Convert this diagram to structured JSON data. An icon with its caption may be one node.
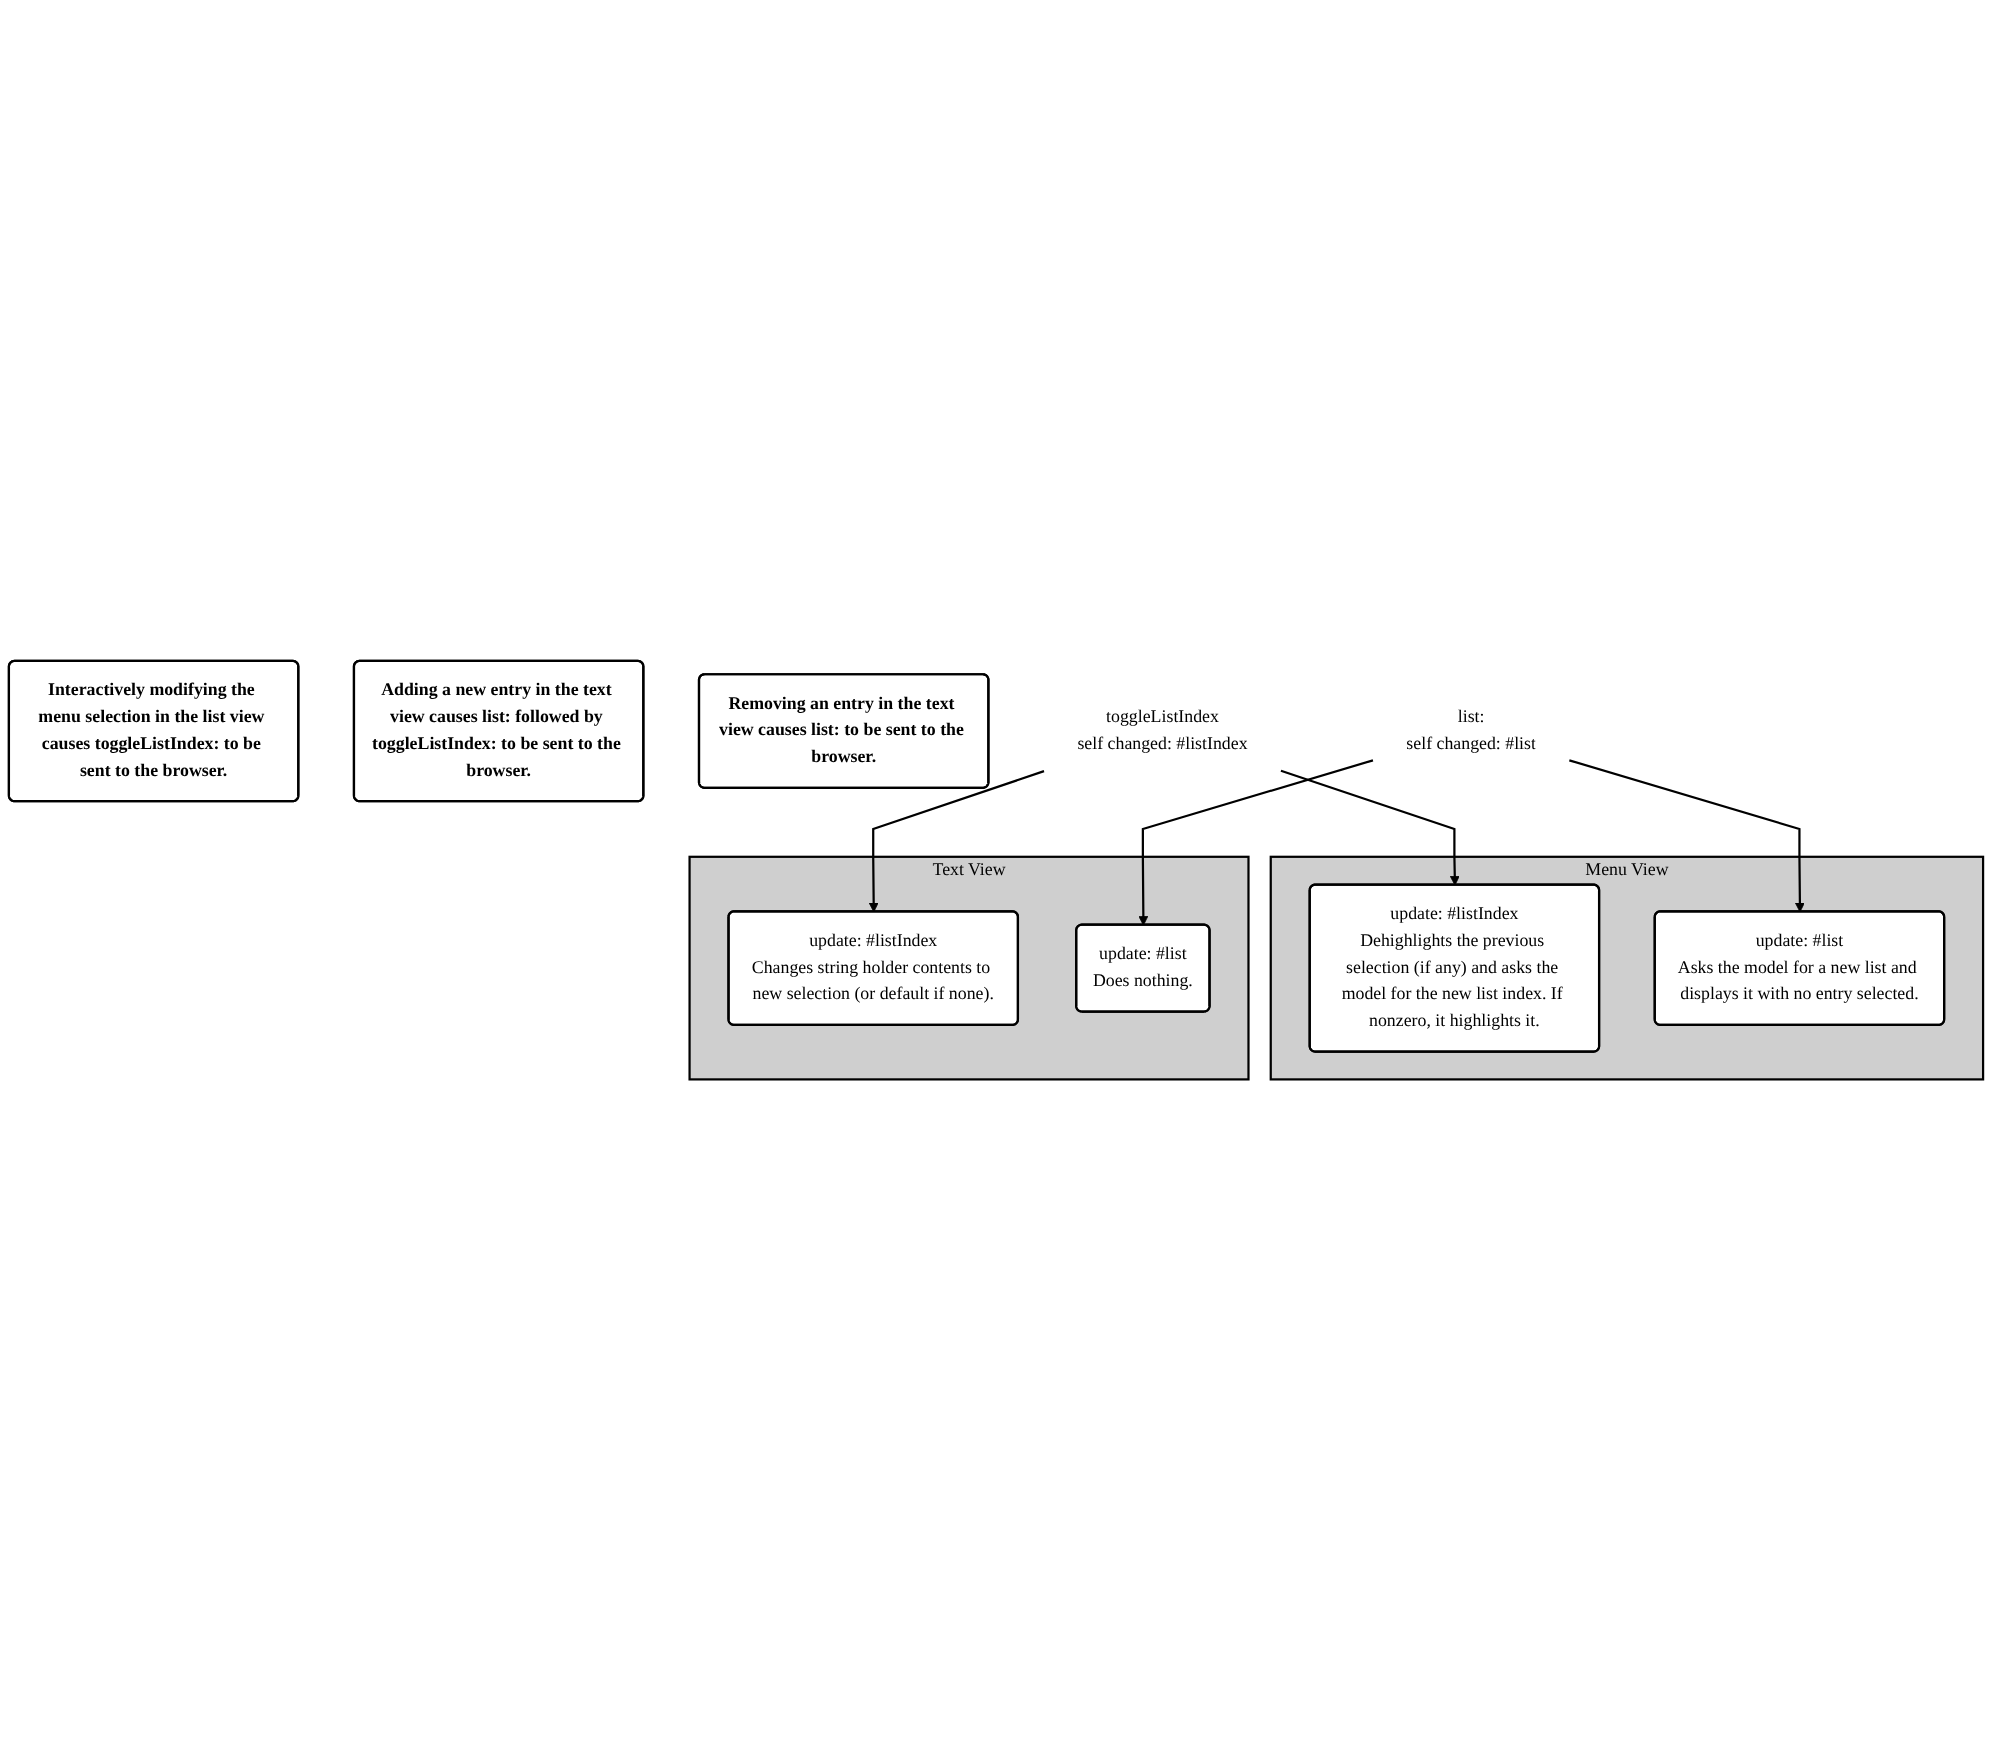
{
  "diagram": {
    "nodes": [
      {
        "text": [
          "Interactively modifying the menu selection in the list view causes toggleListIndex: to be sent to the browser."
        ]
      },
      {
        "text": [
          "Adding a new entry in the text view causes list: followed by toggleListIndex: to be sent to the browser."
        ]
      },
      {
        "text": [
          "Removing an entry in the text view causes list: to be sent to the browser."
        ]
      },
      {
        "text": [
          "toggleListIndex",
          "self changed: #listIndex"
        ]
      },
      {
        "text": [
          "list:",
          "self changed: #list"
        ]
      },
      {
        "text": [
          "Menu View"
        ]
      },
      {
        "text": [
          "update: #listIndex",
          "Dehighlights the previous selection (if any) and asks the model for the new list index. If nonzero, it highlights it."
        ],
        "in": 5
      },
      {
        "text": [
          "update: #list",
          "Asks the model for a new list and displays it with no entry selected."
        ],
        "in": 5
      },
      {
        "text": [
          "Text View"
        ]
      },
      {
        "text": [
          "update: #listIndex",
          "Changes string holder contents to new selection (or default if none)."
        ],
        "in": 8
      },
      {
        "text": [
          "update: #list",
          "Does nothing."
        ],
        "in": 8
      }
    ],
    "edges": [
      {
        "from": 3,
        "to": 6,
        "arrow": "to"
      },
      {
        "from": 3,
        "to": 9,
        "arrow": "to"
      },
      {
        "from": 4,
        "to": 7,
        "arrow": "to"
      },
      {
        "from": 4,
        "to": 10,
        "arrow": "to"
      }
    ]
  }
}
